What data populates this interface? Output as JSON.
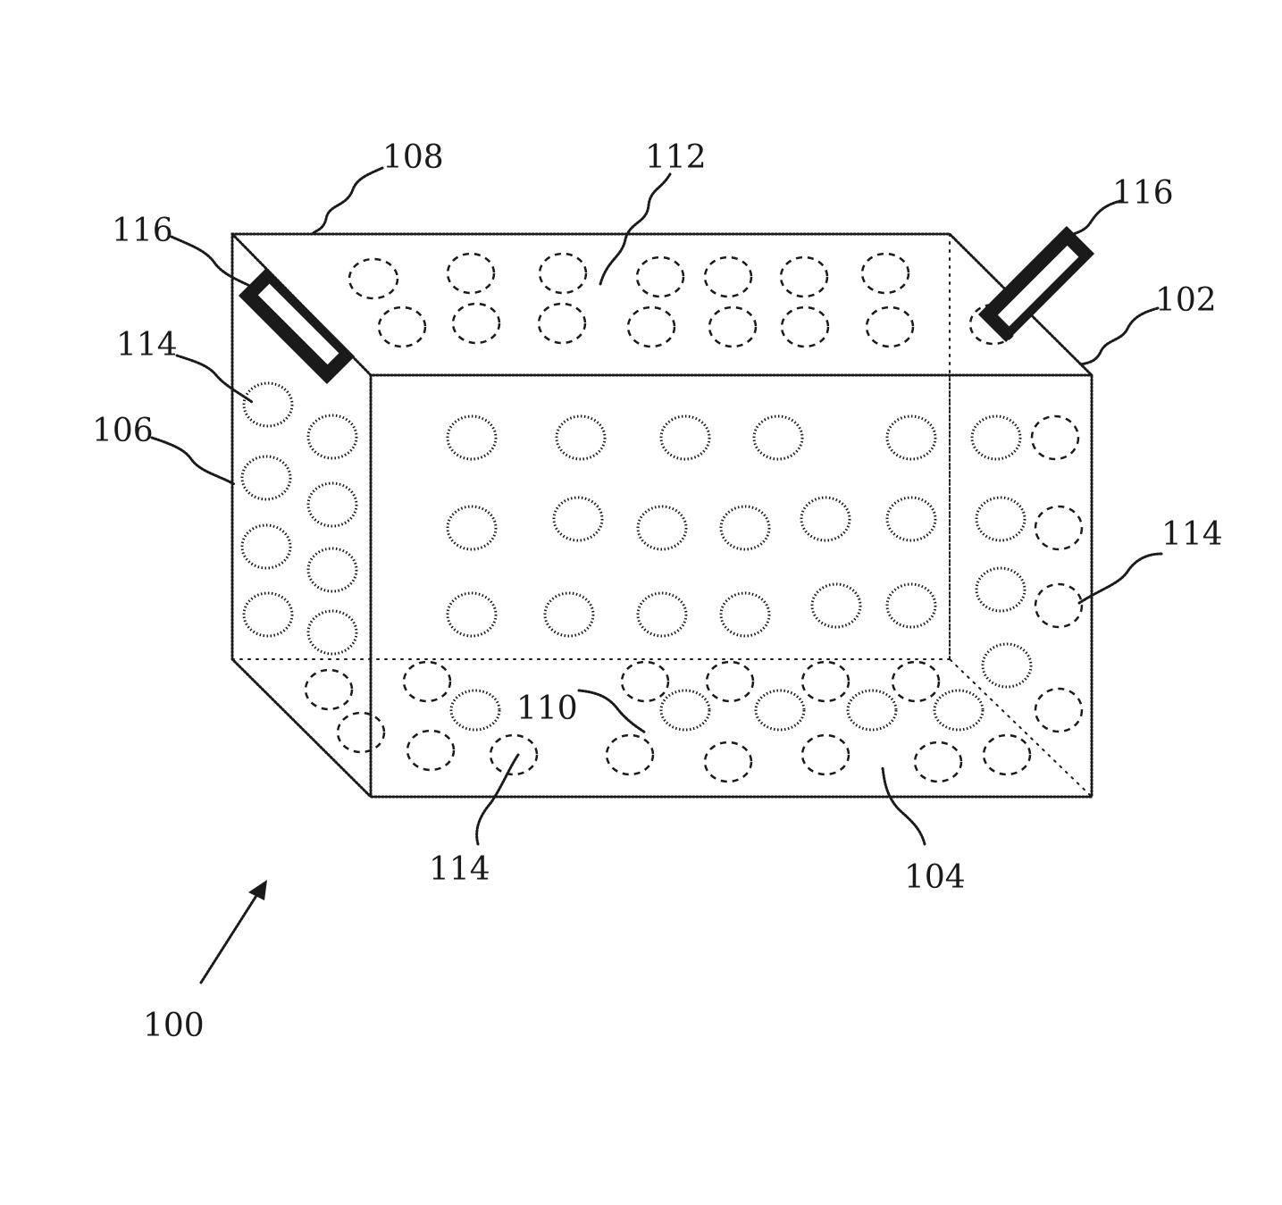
{
  "figure": {
    "labels": {
      "body": "100",
      "top_left_edge": "102",
      "front_panel": "104",
      "side_panel": "106",
      "top_corner": "108",
      "inner_panel": "110",
      "top_panel": "112",
      "opening_front": "114",
      "opening_side": "114",
      "opening_right": "114",
      "handle_left": "116",
      "handle_right": "116"
    }
  }
}
